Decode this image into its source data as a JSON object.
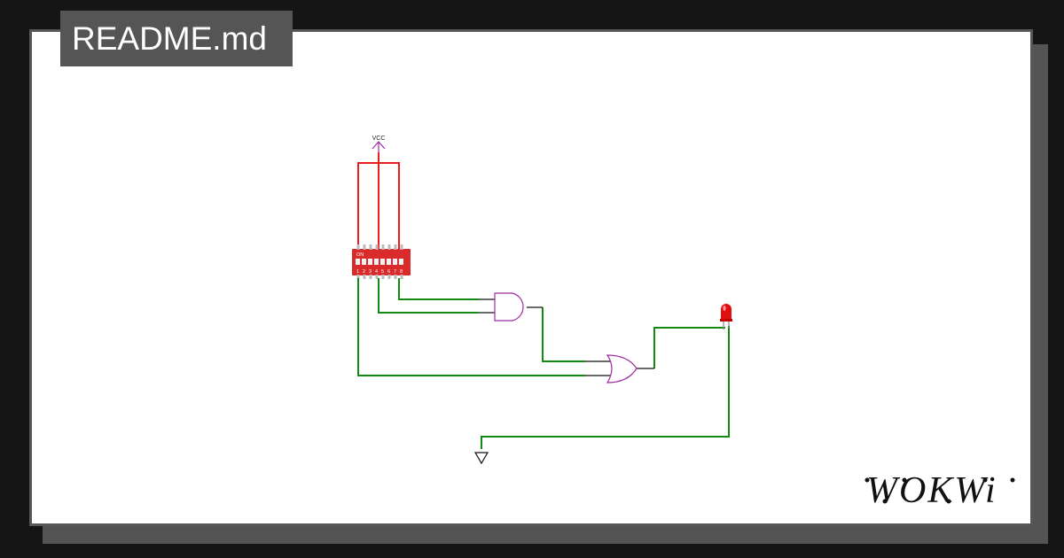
{
  "file_tab": {
    "label": "README.md"
  },
  "diagram": {
    "vcc_label": "VCC",
    "dip_switch": {
      "on_label": "ON",
      "pin_numbers": [
        "1",
        "2",
        "3",
        "4",
        "5",
        "6",
        "7",
        "8"
      ]
    },
    "components": [
      "dip-switch",
      "and-gate",
      "or-gate",
      "led",
      "ground"
    ]
  },
  "brand": {
    "name": "WOKWi"
  },
  "colors": {
    "background": "#151515",
    "card": "#ffffff",
    "border": "#575757",
    "label_bg": "#555555",
    "vcc_wire": "#ee1c1c",
    "signal_wire": "#138a13",
    "gate": "#a12ba1",
    "dip_body": "#d92b2b",
    "led": "#e01010"
  }
}
